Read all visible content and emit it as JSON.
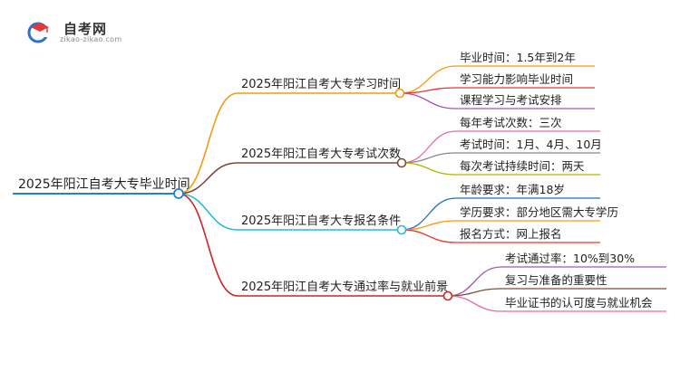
{
  "logo": {
    "name": "自考网",
    "domain": "zikao-zikao.com",
    "icon": "graduation-cap-icon",
    "colors": {
      "blue": "#2f6fd6",
      "red": "#e53935"
    }
  },
  "mindmap": {
    "root": {
      "label": "2025年阳江自考大专毕业时间",
      "color": "#2a7fc9"
    },
    "branches": [
      {
        "label": "2025年阳江自考大专学习时间",
        "color": "#f39c12",
        "children": [
          "毕业时间：1.5年到2年",
          "学习能力影响毕业时间",
          "课程学习与考试安排"
        ],
        "child_colors": [
          "#f39c12",
          "#e53935",
          "#9b59b6"
        ]
      },
      {
        "label": "2025年阳江自考大专考试次数",
        "color": "#7b4a3a",
        "children": [
          "每年考试次数：三次",
          "考试时间：1月、4月、10月",
          "每次考试持续时间：两天"
        ],
        "child_colors": [
          "#e86aa7",
          "#7f8c8d",
          "#b3b300"
        ]
      },
      {
        "label": "2025年阳江自考大专报名条件",
        "color": "#26bcd7",
        "children": [
          "年龄要求：年满18岁",
          "学历要求：部分地区需大专学历",
          "报名方式：网上报名"
        ],
        "child_colors": [
          "#1f6fbf",
          "#f39c12",
          "#e53935"
        ]
      },
      {
        "label": "2025年阳江自考大专通过率与就业前景",
        "color": "#c62828",
        "children": [
          "考试通过率：10%到30%",
          "复习与准备的重要性",
          "毕业证书的认可度与就业机会"
        ],
        "child_colors": [
          "#9b59b6",
          "#7b4a3a",
          "#e86aa7"
        ]
      }
    ]
  }
}
